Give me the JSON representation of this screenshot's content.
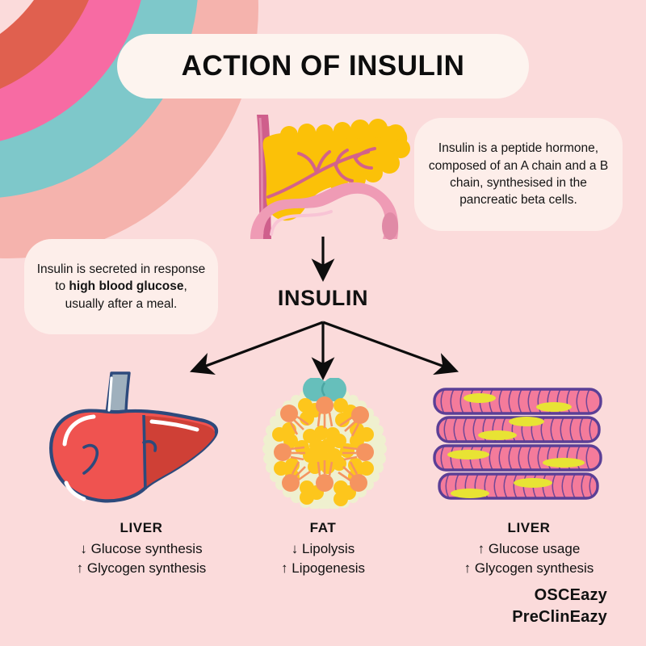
{
  "page": {
    "title": "ACTION OF INSULIN",
    "background_color": "#fbdbdb",
    "title_pill_color": "#fdf4ef",
    "note_bubble_color": "#fdeeea"
  },
  "decor": {
    "arc_colors": [
      "#f09b95",
      "#e0604f",
      "#f76ba3",
      "#7ec8ca",
      "#f5b3ad"
    ],
    "arc_names": [
      "arc-outer-pale",
      "arc-coral",
      "arc-pink",
      "arc-teal",
      "arc-lightpink"
    ]
  },
  "notes": {
    "right": {
      "text": "Insulin is a peptide hormone, composed of an A chain and a B chain, synthesised in the pancreatic beta cells."
    },
    "left": {
      "part1": "Insulin is secreted in response to ",
      "bold": "high blood glucose",
      "part2": ", usually after a meal."
    }
  },
  "flow": {
    "hormone_label": "INSULIN",
    "arrow_color": "#0d0d0d"
  },
  "organs": [
    {
      "id": "liver",
      "illustration": "liver-illustration",
      "title": "LIVER",
      "effects": [
        "↓ Glucose synthesis",
        "↑ Glycogen synthesis"
      ],
      "colors": {
        "body": "#ef5350",
        "lobe": "#cf4036",
        "outline": "#2d4a7c",
        "vessel": "#9fb0bd"
      }
    },
    {
      "id": "fat",
      "illustration": "fat-cell-illustration",
      "title": "FAT",
      "effects": [
        "↓ Lipolysis",
        "↑ Lipogenesis"
      ],
      "colors": {
        "cytoplasm": "#eff0cf",
        "lipid": "#fdc61c",
        "triglyceride": "#f59460",
        "nucleus": "#66bfbb"
      }
    },
    {
      "id": "muscle",
      "illustration": "muscle-fibre-illustration",
      "title": "LIVER",
      "effects": [
        "↑ Glucose usage",
        "↑ Glycogen synthesis"
      ],
      "colors": {
        "fibre": "#f47b9b",
        "outline": "#5b3f96",
        "nucleus": "#e8e334"
      }
    }
  ],
  "pancreas": {
    "illustration": "pancreas-illustration",
    "colors": {
      "gland": "#fbc108",
      "duct": "#d3628a",
      "duodenum": "#ef9bb5",
      "vessel": "#cf5f8c"
    }
  },
  "branding": {
    "line1": "OSCEazy",
    "line2": "PreClinEazy"
  }
}
